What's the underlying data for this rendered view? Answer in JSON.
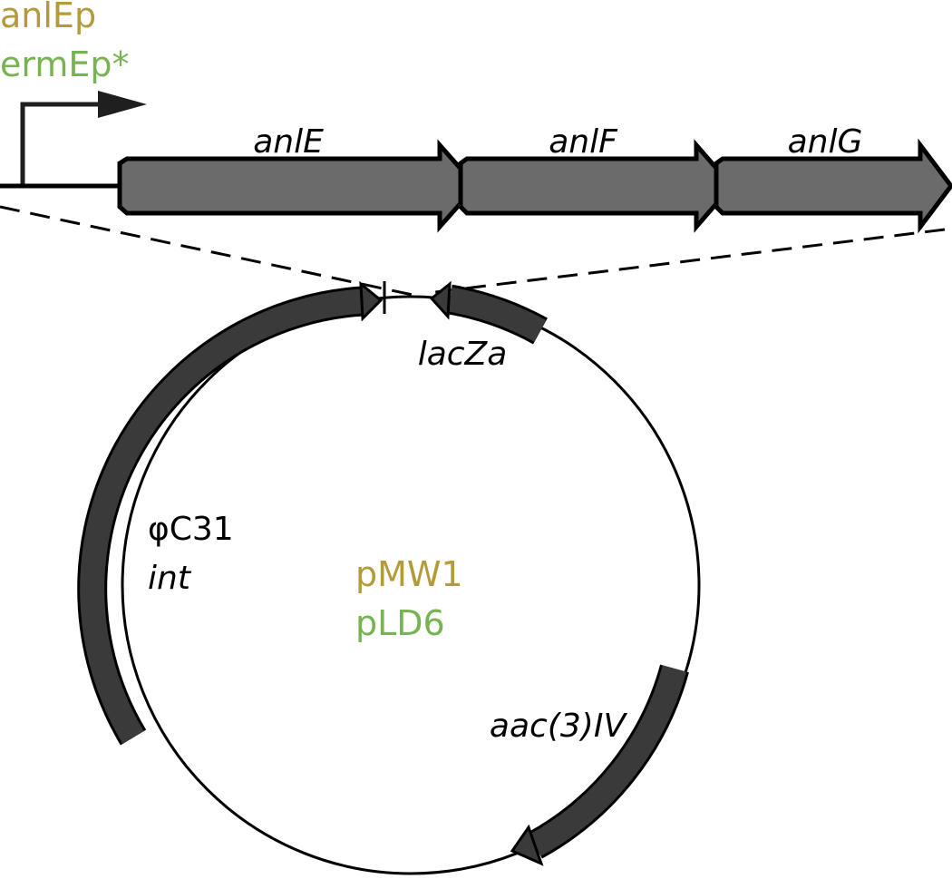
{
  "colors": {
    "gold": "#b39a3a",
    "green": "#77b451",
    "gene_fill": "#6b6b6b",
    "plasmid_feature_fill": "#3a3a3a",
    "line": "#000000",
    "promoter_arrow": "#1f1f1f"
  },
  "promoters": {
    "label_1": "anlEp",
    "label_2": "ermEp*"
  },
  "operon": {
    "genes": [
      {
        "label": "anlE"
      },
      {
        "label": "anlF"
      },
      {
        "label": "anlG"
      }
    ]
  },
  "plasmid": {
    "names": {
      "name_1": "pMW1",
      "name_2": "pLD6"
    },
    "features": {
      "phiC31_line1": "φC31",
      "phiC31_line2": "int",
      "lacZa": "lacZa",
      "aac3IV": "aac(3)IV"
    }
  }
}
